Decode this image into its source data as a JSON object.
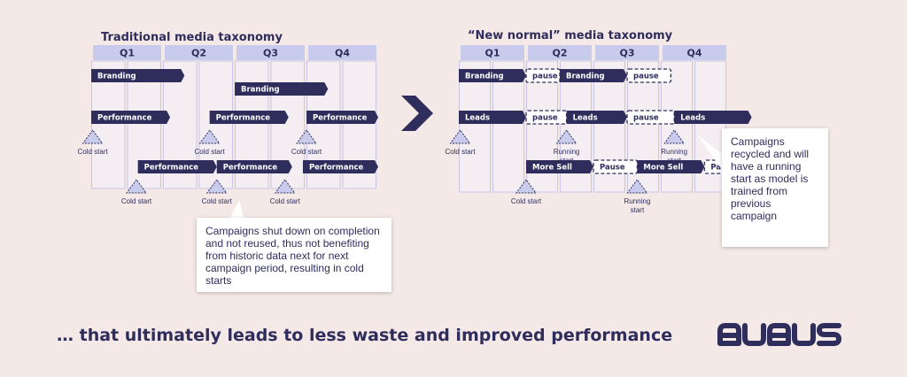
{
  "colors": {
    "background": "#f4e9e7",
    "bar": "#2f2d5c",
    "header": "#c9cbec",
    "column_fill": "#f4eef3",
    "column_stroke": "#c7c6e4",
    "marker": "#c9cbec",
    "pause_fill": "#ffffff",
    "pause_border": "#2f2d5c"
  },
  "traditional": {
    "title": "Traditional media taxonomy",
    "quarters": [
      "Q1",
      "Q2",
      "Q3",
      "Q4"
    ],
    "bars": [
      {
        "label": "Branding",
        "type": "bar",
        "start": 0.0,
        "end": 1.3,
        "row": 0
      },
      {
        "label": "Branding",
        "type": "bar",
        "start": 2.0,
        "end": 3.3,
        "row": 1
      },
      {
        "label": "Performance",
        "type": "bar",
        "start": 0.0,
        "end": 1.1,
        "row": 2
      },
      {
        "label": "Performance",
        "type": "bar",
        "start": 1.65,
        "end": 2.75,
        "row": 2
      },
      {
        "label": "Performance",
        "type": "bar",
        "start": 3.0,
        "end": 4.0,
        "row": 2
      },
      {
        "label": "Performance",
        "type": "bar",
        "start": 0.65,
        "end": 1.75,
        "row": 4
      },
      {
        "label": "Performance",
        "type": "bar",
        "start": 1.75,
        "end": 2.8,
        "row": 4
      },
      {
        "label": "Performance",
        "type": "bar",
        "start": 2.95,
        "end": 4.0,
        "row": 4
      }
    ],
    "markers": [
      {
        "label": "Cold start",
        "pos": 0.02,
        "row": 3
      },
      {
        "label": "Cold start",
        "pos": 1.65,
        "row": 3
      },
      {
        "label": "Cold start",
        "pos": 3.0,
        "row": 3
      },
      {
        "label": "Cold start",
        "pos": 0.63,
        "row": 5
      },
      {
        "label": "Cold start",
        "pos": 1.75,
        "row": 5
      },
      {
        "label": "Cold start",
        "pos": 2.7,
        "row": 5
      }
    ]
  },
  "new_normal": {
    "title": "“New normal” media taxonomy",
    "quarters": [
      "Q1",
      "Q2",
      "Q3",
      "Q4"
    ],
    "bars": [
      {
        "label": "Branding",
        "type": "bar",
        "start": 0.0,
        "end": 1.0,
        "row": 0
      },
      {
        "label": "pause",
        "type": "pause",
        "start": 1.0,
        "end": 1.5,
        "row": 0
      },
      {
        "label": "Branding",
        "type": "bar",
        "start": 1.5,
        "end": 2.5,
        "row": 0
      },
      {
        "label": "pause",
        "type": "pause",
        "start": 2.5,
        "end": 3.15,
        "row": 0
      },
      {
        "label": "Leads",
        "type": "bar",
        "start": 0.0,
        "end": 1.0,
        "row": 2
      },
      {
        "label": "pause",
        "type": "pause",
        "start": 1.0,
        "end": 1.6,
        "row": 2
      },
      {
        "label": "Leads",
        "type": "bar",
        "start": 1.6,
        "end": 2.5,
        "row": 2
      },
      {
        "label": "pause",
        "type": "pause",
        "start": 2.5,
        "end": 3.2,
        "row": 2
      },
      {
        "label": "Leads",
        "type": "bar",
        "start": 3.2,
        "end": 4.35,
        "row": 2
      },
      {
        "label": "More Sell",
        "type": "bar",
        "start": 1.0,
        "end": 2.0,
        "row": 4
      },
      {
        "label": "Pause",
        "type": "pause",
        "start": 2.0,
        "end": 2.65,
        "row": 4
      },
      {
        "label": "More Sell",
        "type": "bar",
        "start": 2.65,
        "end": 3.65,
        "row": 4
      },
      {
        "label": "Pau",
        "type": "pause",
        "start": 3.65,
        "end": 3.95,
        "row": 4
      }
    ],
    "markers": [
      {
        "label": "Cold start",
        "pos": 0.02,
        "row": 3
      },
      {
        "label": "Running start",
        "pos": 1.6,
        "row": 3
      },
      {
        "label": "Running start",
        "pos": 3.2,
        "row": 3
      },
      {
        "label": "Cold start",
        "pos": 1.0,
        "row": 5
      },
      {
        "label": "Running start",
        "pos": 2.65,
        "row": 5
      }
    ]
  },
  "callouts": {
    "left": "Campaigns shut down on completion and not reused, thus not benefiting from historic data next for next campaign period, resulting in cold starts",
    "right": "Campaigns recycled and will have a running start as model is trained from previous campaign"
  },
  "tagline": "… that ultimately leads to less waste and improved performance",
  "logo": {
    "text": "avaus",
    "icon": "avaus-logo"
  }
}
